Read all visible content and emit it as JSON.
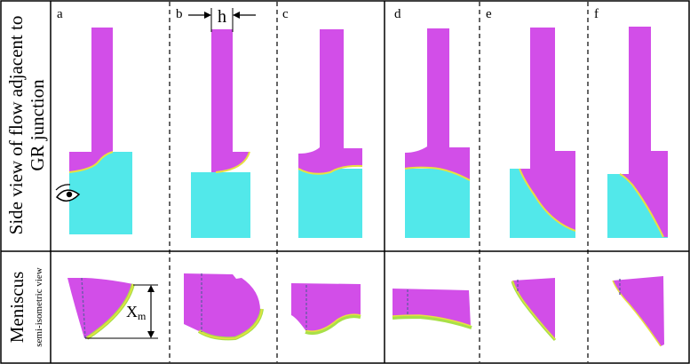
{
  "row_labels": {
    "top_line1": "Side view of flow adjacent to",
    "top_line2": "GR junction",
    "bottom_main": "Meniscus",
    "bottom_sub": "semi-isometric view"
  },
  "panels": [
    {
      "id": "a",
      "label": "a"
    },
    {
      "id": "b",
      "label": "b"
    },
    {
      "id": "c",
      "label": "c"
    },
    {
      "id": "d",
      "label": "d"
    },
    {
      "id": "e",
      "label": "e"
    },
    {
      "id": "f",
      "label": "f"
    }
  ],
  "annotations": {
    "width_label": "h",
    "meniscus_height_label": "X",
    "meniscus_height_subscript": "m"
  },
  "colors": {
    "liquid": "#d24ee8",
    "gas": "#52e8ea",
    "interface": "#e8e040",
    "interface_outer": "#a8e048",
    "outline": "#000000"
  }
}
